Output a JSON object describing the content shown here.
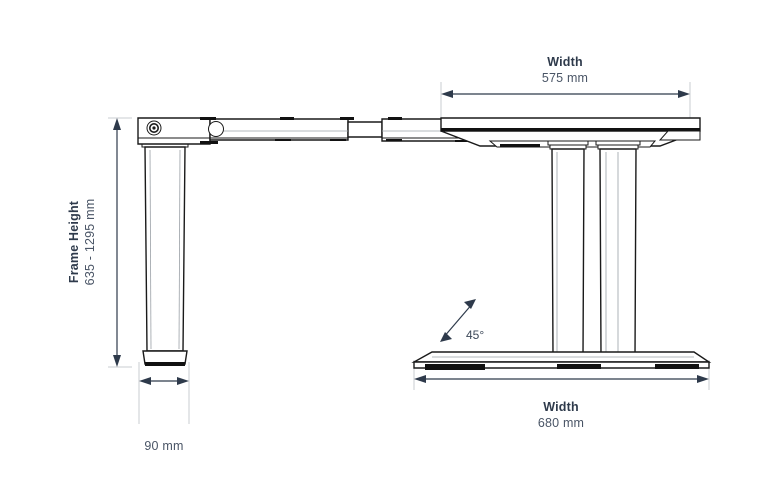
{
  "drawing": {
    "title": "Desk frame dimension drawing",
    "background_color": "#ffffff",
    "line_color": "#1a1a1a",
    "text_color": "#2e3a4b",
    "subtext_color": "#4a5566",
    "extension_line_color": "#c9cdd2"
  },
  "dimensions": {
    "top_width": {
      "label": "Width",
      "value": "575 mm",
      "units": "mm",
      "number": 575,
      "arrow_style": "double-headed",
      "orientation": "horizontal"
    },
    "bottom_width": {
      "label": "Width",
      "value": "680 mm",
      "units": "mm",
      "number": 680,
      "arrow_style": "double-headed",
      "orientation": "horizontal"
    },
    "frame_height": {
      "label": "Frame Height",
      "value": "635 - 1295 mm",
      "units": "mm",
      "min": 635,
      "max": 1295,
      "arrow_style": "double-headed",
      "orientation": "vertical-rotated"
    },
    "foot_width": {
      "label": "",
      "value": "90 mm",
      "units": "mm",
      "number": 90,
      "arrow_style": "double-headed",
      "orientation": "horizontal"
    },
    "angle": {
      "label": "",
      "value": "45°",
      "number": 45,
      "arrow_style": "double-headed",
      "orientation": "diagonal"
    }
  },
  "parts": {
    "left_leg": "left-column",
    "right_legs": "right-column-pair",
    "beam": "telescoping-beam",
    "desktop": "table-top",
    "base_plate": "base-foot-plate",
    "bolt": "bolt-head",
    "hole": "circular-hole"
  }
}
